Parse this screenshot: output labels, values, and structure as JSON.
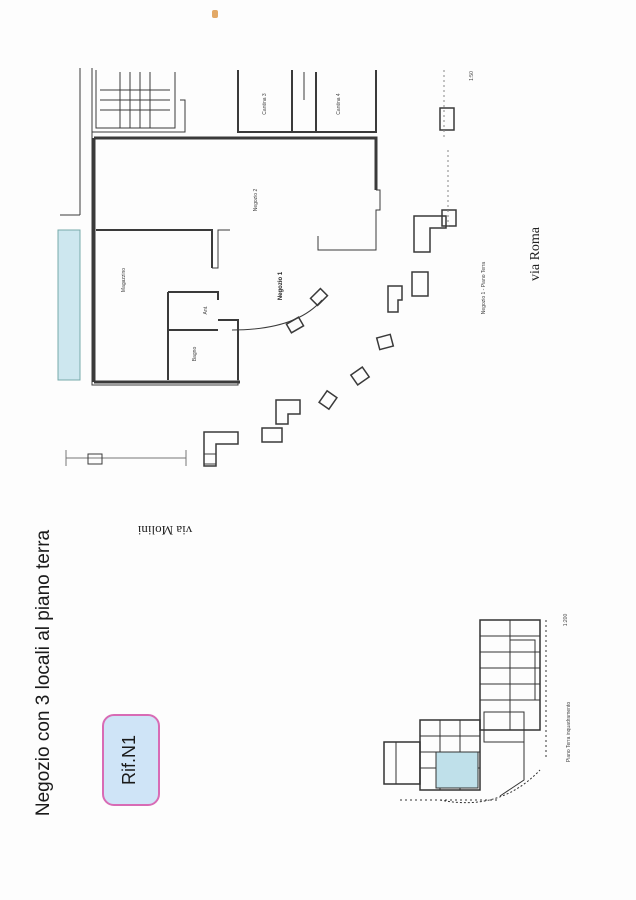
{
  "document": {
    "title": "Negozio con 3 locali al piano terra",
    "reference": "Rif.N1"
  },
  "streets": {
    "molini": "via Molini",
    "roma": "via Roma"
  },
  "plan": {
    "rooms": {
      "negozio1": "Negozio 1",
      "negozio2": "Negozio 2",
      "magazzino": "Magazzino",
      "bagno": "Bagno",
      "antibagno": "Ant.",
      "cantina3": "Cantina 3",
      "cantina4": "Cantina 4"
    },
    "caption": "Negozio 1 - Piano Terra",
    "scale": "1:50"
  },
  "key_plan": {
    "caption": "Piano Terra inquadramento",
    "scale": "1:200"
  },
  "colors": {
    "badge_fill": "#cfe4f7",
    "badge_border": "#d86bb5",
    "key_highlight": "#bfe0ea",
    "wall": "#3a3a3a"
  }
}
